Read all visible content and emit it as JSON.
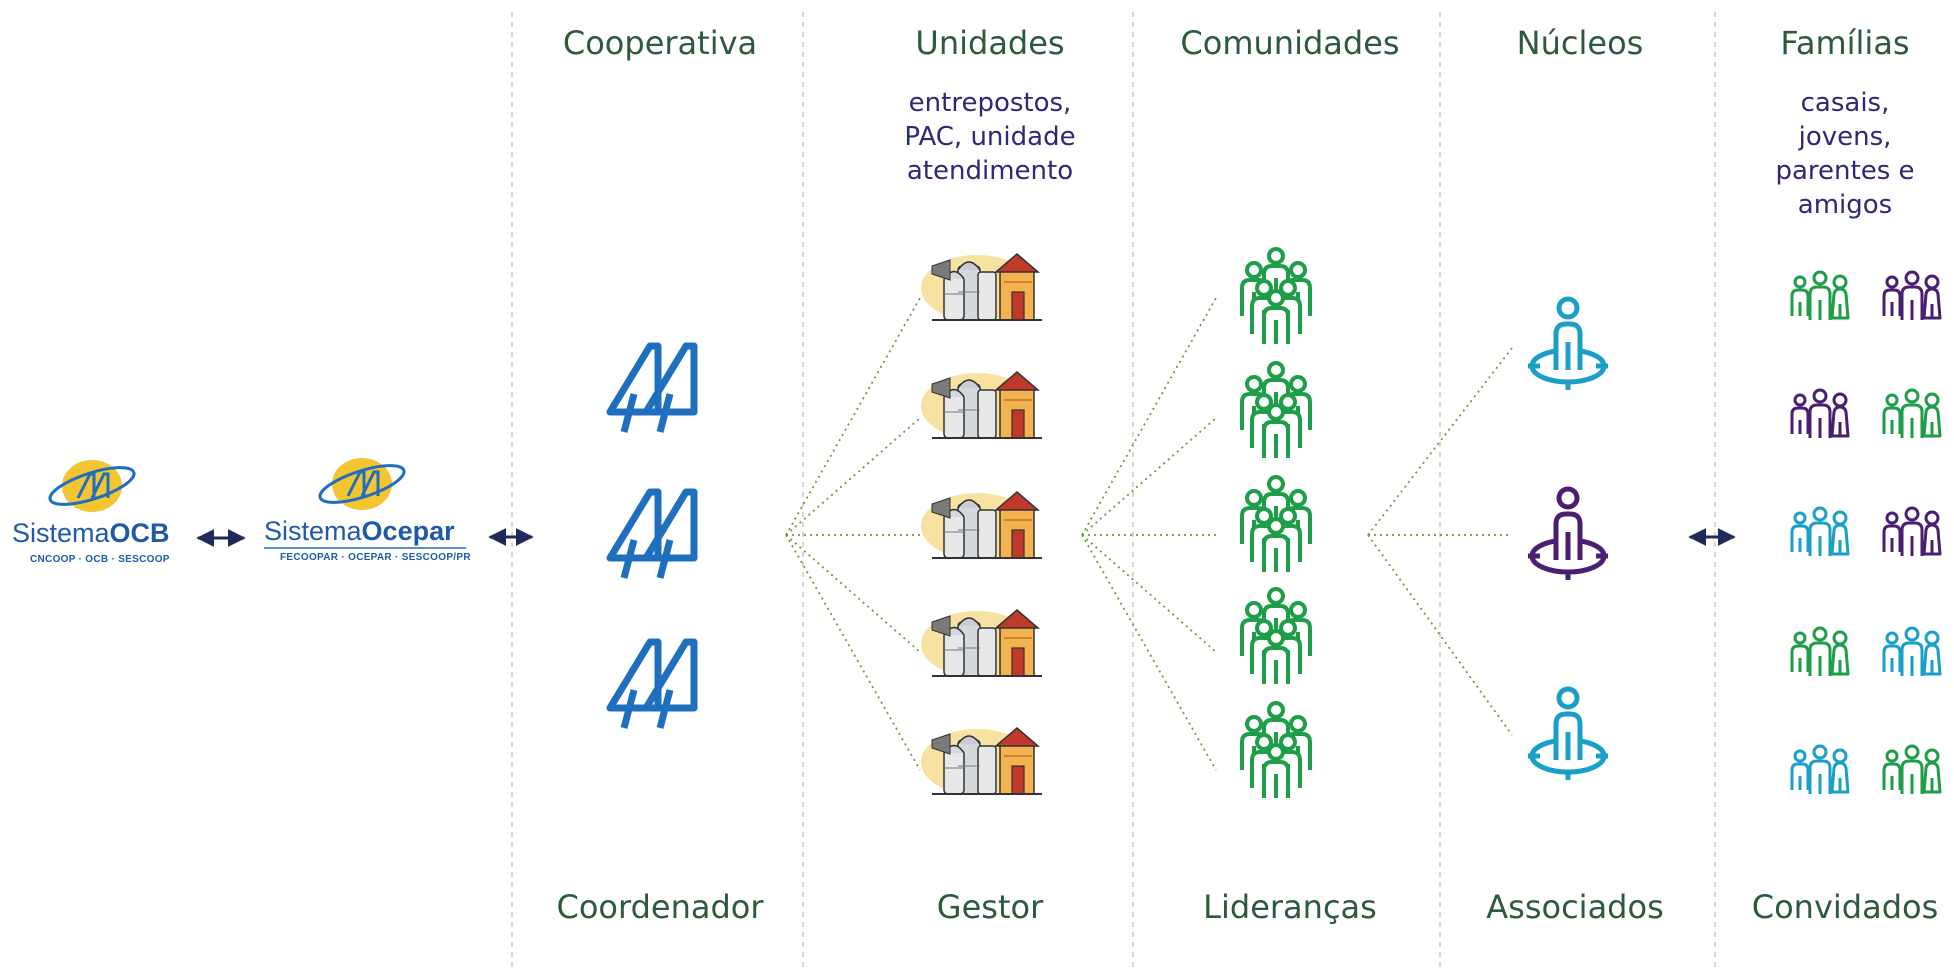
{
  "organizations": {
    "ocb": {
      "name_light": "Sistema",
      "name_bold": "OCB",
      "subtitle": "CNCOOP · OCB · SESCOOP"
    },
    "ocepar": {
      "name_light": "Sistema",
      "name_bold": "Ocepar",
      "subtitle": "FECOOPAR · OCEPAR · SESCOOP/PR"
    }
  },
  "columns": {
    "cooperativa": {
      "title": "Cooperativa",
      "footer": "Coordenador"
    },
    "unidades": {
      "title": "Unidades",
      "subtitle_lines": [
        "entrepostos,",
        "PAC, unidade",
        "atendimento"
      ],
      "footer": "Gestor"
    },
    "comunidades": {
      "title": "Comunidades",
      "footer": "Lideranças"
    },
    "nucleos": {
      "title": "Núcleos",
      "footer": "Associados"
    },
    "familias": {
      "title": "Famílias",
      "subtitle_lines": [
        "casais,",
        "jovens,",
        "parentes e",
        "amigos"
      ],
      "footer": "Convidados"
    }
  },
  "colors": {
    "heading": "#2c5a3a",
    "subtitle": "#2a2a7a",
    "coop_blue": "#1f6fbf",
    "community_green": "#1e9e48",
    "nucleo_teal": "#1aa0c6",
    "nucleo_purple": "#4a1f72",
    "family_purple": "#4a1f72",
    "family_green": "#1e9e48",
    "family_teal": "#1aa0c6",
    "connector_green": "#6f9a3a",
    "divider_gray": "#bbbbbb",
    "arrow_navy": "#1f2a5a"
  },
  "icons": {
    "cooperative": "coop-tree-icon",
    "unit": "silo-barn-icon",
    "community": "people-group-icon",
    "nucleo": "member-target-icon",
    "family": "family-icon"
  },
  "nucleo_colors": [
    "nucleo_teal",
    "nucleo_purple",
    "nucleo_teal"
  ],
  "family_rows": [
    [
      "family_green",
      "family_purple"
    ],
    [
      "family_purple",
      "family_green"
    ],
    [
      "family_teal",
      "family_purple"
    ],
    [
      "family_green",
      "family_teal"
    ],
    [
      "family_teal",
      "family_green"
    ]
  ]
}
